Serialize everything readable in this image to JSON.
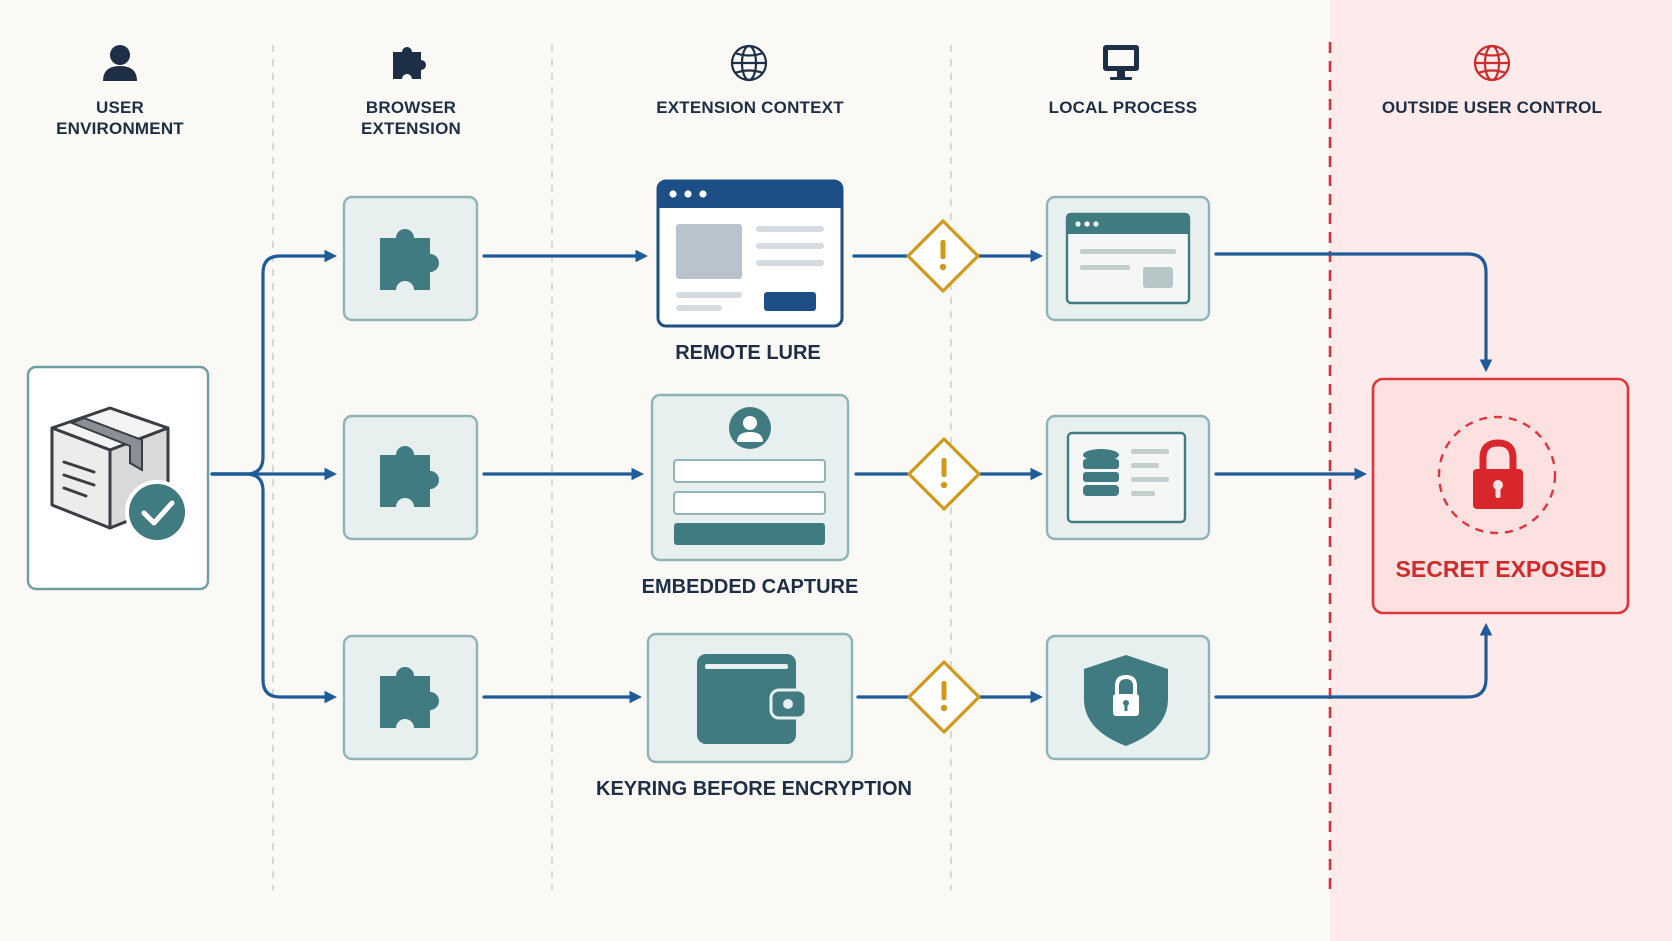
{
  "columns": [
    {
      "id": "user-environment",
      "label": "USER\nENVIRONMENT",
      "icon": "user-icon"
    },
    {
      "id": "browser-extension",
      "label": "BROWSER\nEXTENSION",
      "icon": "puzzle-icon"
    },
    {
      "id": "extension-context",
      "label": "EXTENSION CONTEXT",
      "icon": "globe-icon"
    },
    {
      "id": "local-process",
      "label": "LOCAL PROCESS",
      "icon": "monitor-icon"
    },
    {
      "id": "outside-user-control",
      "label": "OUTSIDE USER CONTROL",
      "icon": "globe-icon"
    }
  ],
  "paths": [
    {
      "label": "REMOTE LURE",
      "context_icon": "browser-window-icon",
      "local_icon": "app-window-icon"
    },
    {
      "label": "EMBEDDED CAPTURE",
      "context_icon": "login-form-icon",
      "local_icon": "database-icon"
    },
    {
      "label": "KEYRING BEFORE ENCRYPTION",
      "context_icon": "wallet-icon",
      "local_icon": "shield-lock-icon"
    }
  ],
  "outcome": {
    "label": "SECRET EXPOSED",
    "icon": "padlock-icon"
  },
  "colors": {
    "navy": "#1d2e45",
    "arrow": "#1f5b99",
    "teal": "#3f7b80",
    "warning": "#d19a16",
    "danger": "#cf2b2b",
    "danger_zone": "#fdeaea"
  }
}
